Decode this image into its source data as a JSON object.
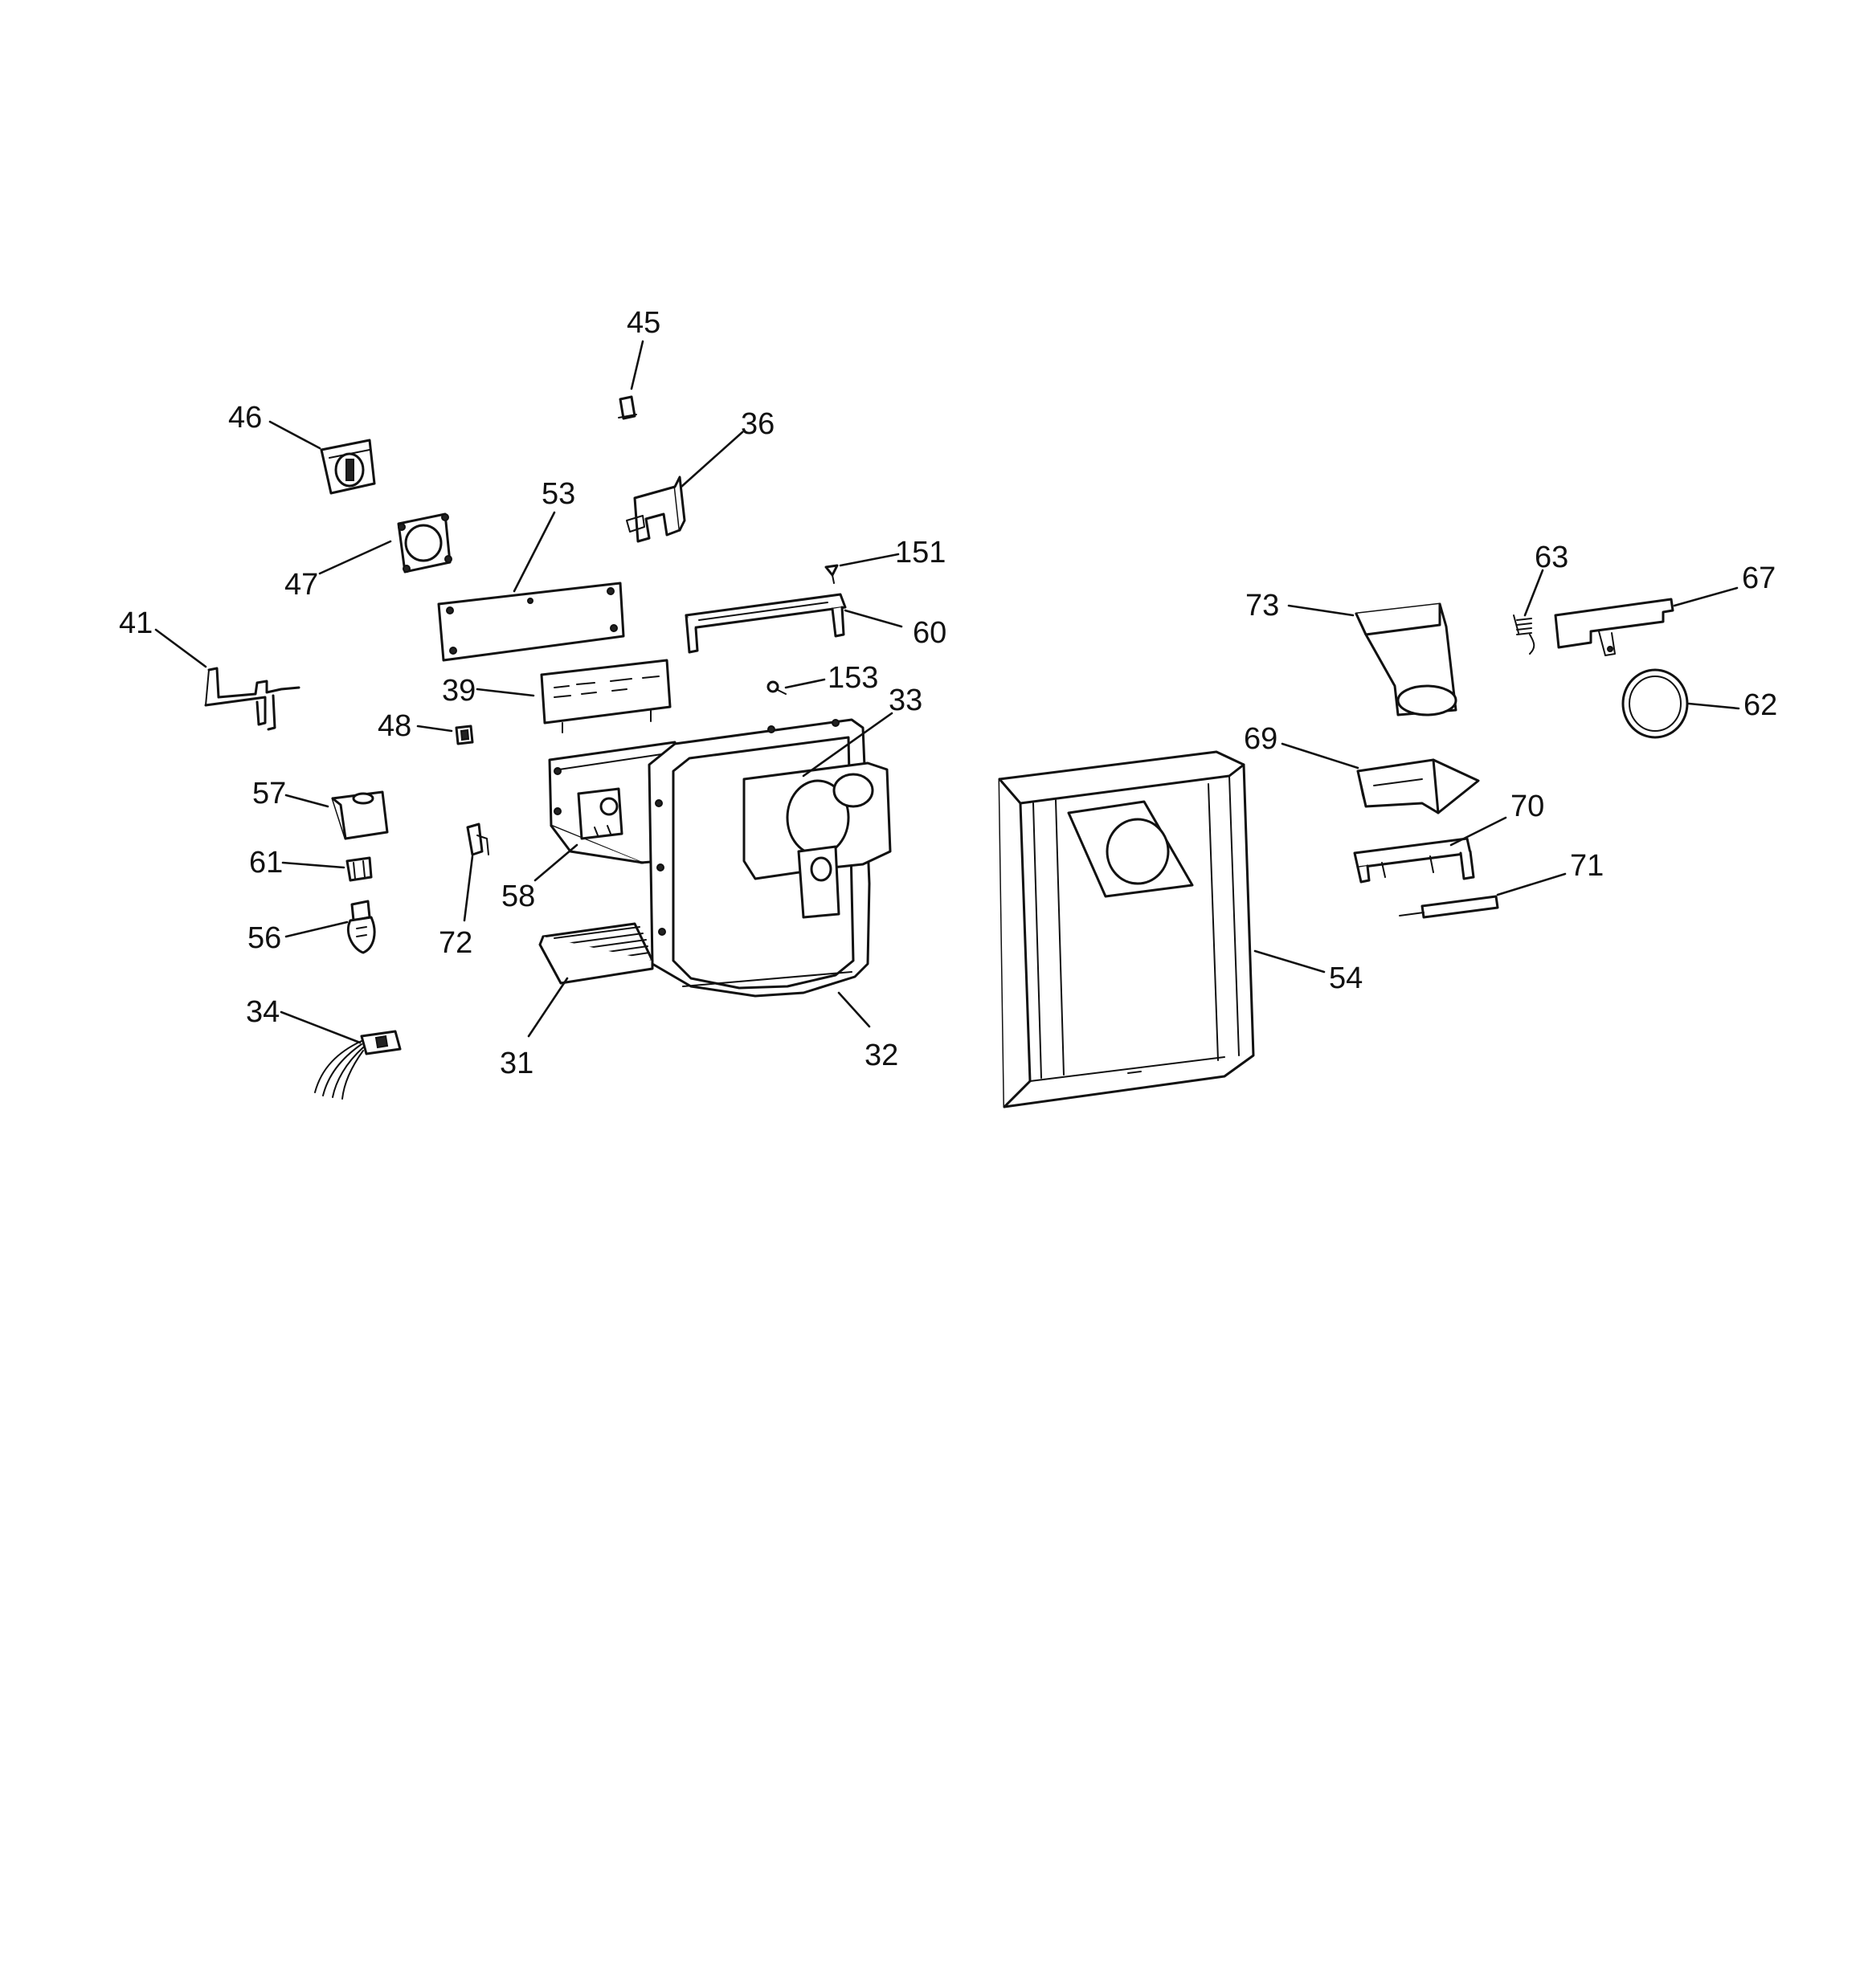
{
  "diagram": {
    "callouts": [
      "31",
      "32",
      "33",
      "34",
      "36",
      "39",
      "41",
      "45",
      "46",
      "47",
      "48",
      "53",
      "54",
      "56",
      "57",
      "58",
      "60",
      "61",
      "62",
      "63",
      "67",
      "69",
      "70",
      "71",
      "72",
      "73",
      "151",
      "153"
    ]
  }
}
